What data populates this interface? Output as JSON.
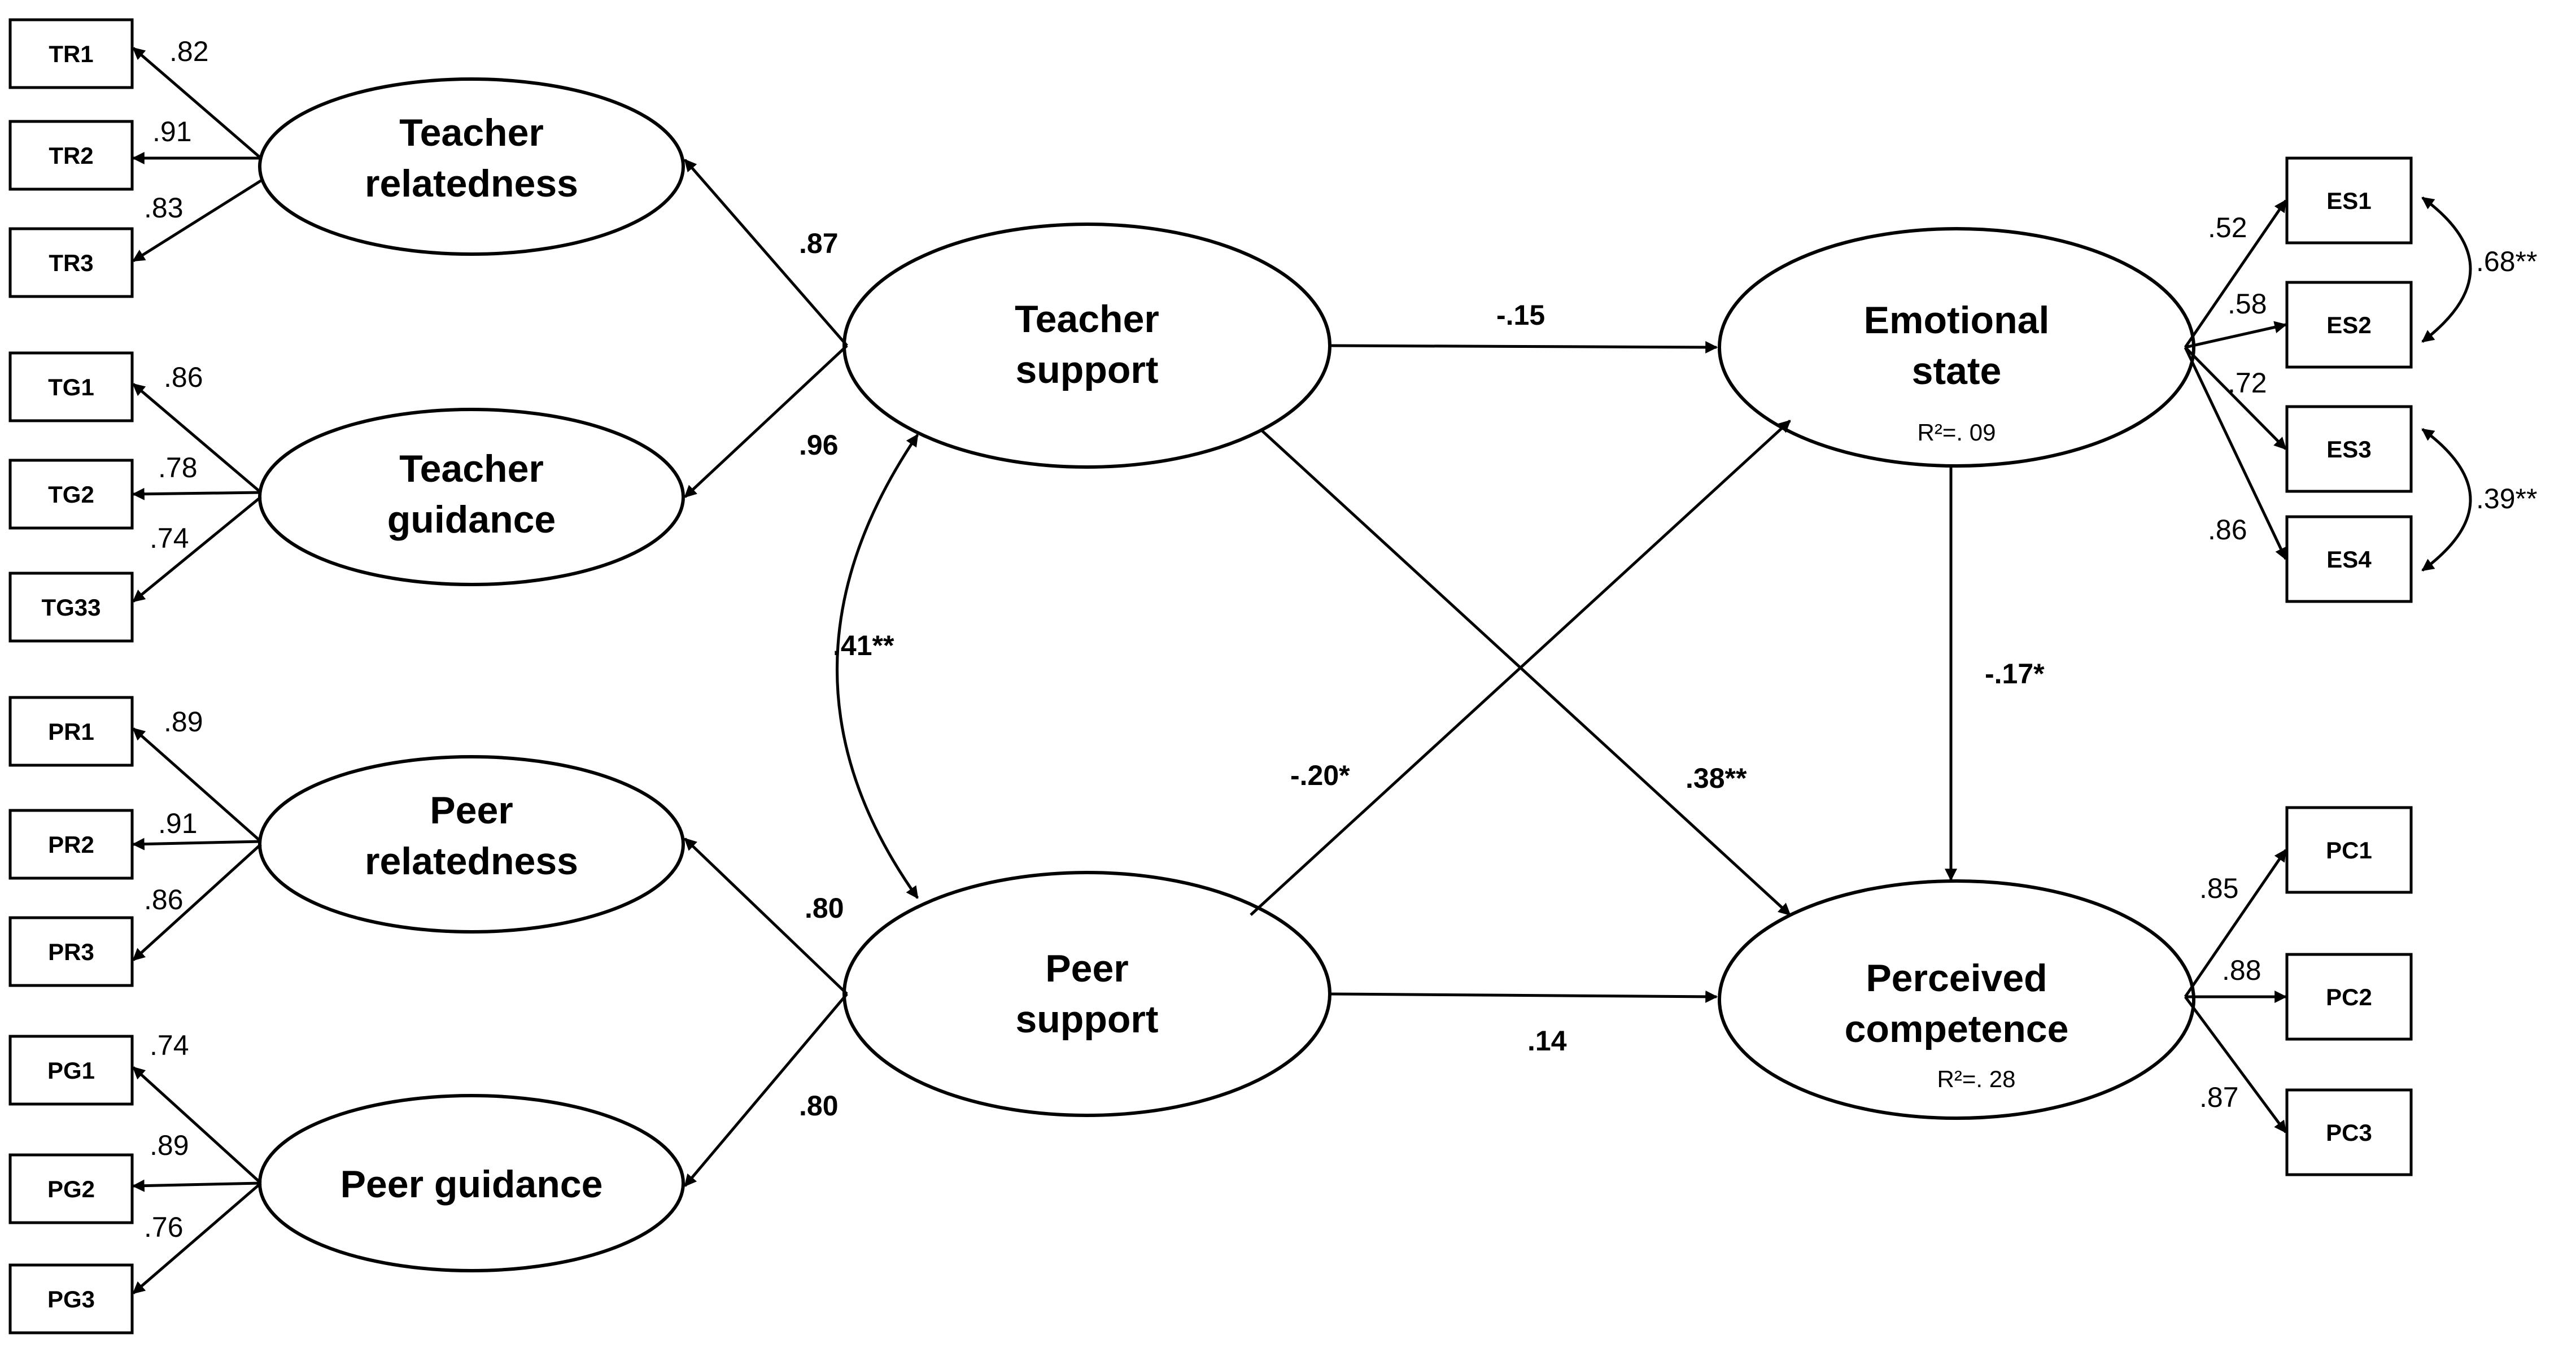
{
  "observed": {
    "TR1": "TR1",
    "TR2": "TR2",
    "TR3": "TR3",
    "TG1": "TG1",
    "TG2": "TG2",
    "TG33": "TG33",
    "PR1": "PR1",
    "PR2": "PR2",
    "PR3": "PR3",
    "PG1": "PG1",
    "PG2": "PG2",
    "PG3": "PG3",
    "ES1": "ES1",
    "ES2": "ES2",
    "ES3": "ES3",
    "ES4": "ES4",
    "PC1": "PC1",
    "PC2": "PC2",
    "PC3": "PC3"
  },
  "latent": {
    "teacher_relatedness": [
      "Teacher",
      "relatedness"
    ],
    "teacher_guidance": [
      "Teacher",
      "guidance"
    ],
    "peer_relatedness": [
      "Peer",
      "relatedness"
    ],
    "peer_guidance": [
      "Peer guidance"
    ],
    "teacher_support": [
      "Teacher",
      "support"
    ],
    "peer_support": [
      "Peer",
      "support"
    ],
    "emotional_state": [
      "Emotional",
      "state"
    ],
    "perceived_competence": [
      "Perceived",
      "competence"
    ]
  },
  "r_squared": {
    "emotional_state": "R²=. 09",
    "perceived_competence": "R²=. 28"
  },
  "loadings": {
    "TR1": ".82",
    "TR2": ".91",
    "TR3": ".83",
    "TG1": ".86",
    "TG2": ".78",
    "TG33": ".74",
    "PR1": ".89",
    "PR2": ".91",
    "PR3": ".86",
    "PG1": ".74",
    "PG2": ".89",
    "PG3": ".76",
    "ES1": ".52",
    "ES2": ".58",
    "ES3": ".72",
    "ES4": ".86",
    "PC1": ".85",
    "PC2": ".88",
    "PC3": ".87"
  },
  "second_order": {
    "teacher_relatedness": ".87",
    "teacher_guidance": ".96",
    "peer_relatedness": ".80",
    "peer_guidance": ".80"
  },
  "paths": {
    "ts_es": "-.15",
    "ts_pc": ".38**",
    "ps_es": "-.20*",
    "ps_pc": ".14",
    "es_pc": "-.17*"
  },
  "covariances": {
    "ts_ps": ".41**",
    "es1_es2": ".68**",
    "es3_es4": ".39**"
  }
}
